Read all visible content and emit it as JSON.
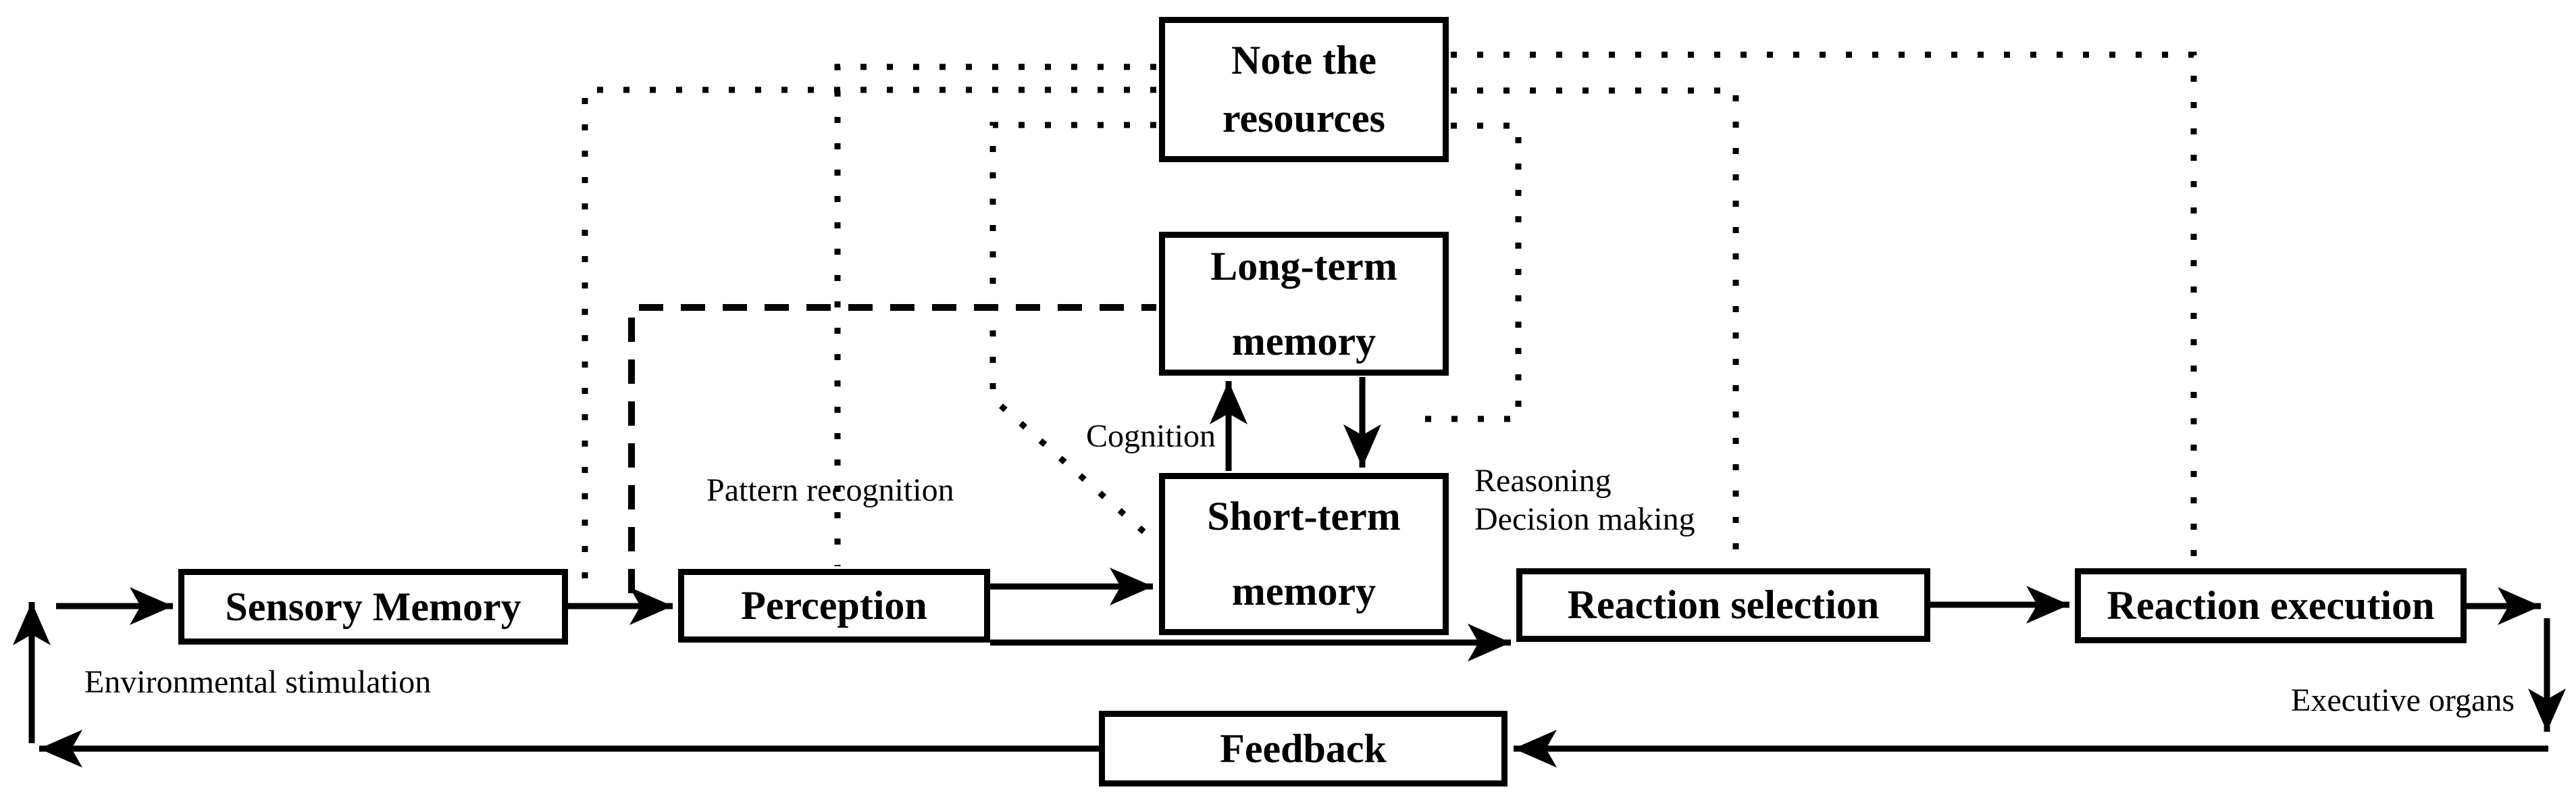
{
  "diagram": {
    "boxes": {
      "note_resources": {
        "label": "Note the\nresources"
      },
      "long_term_memory": {
        "label": "Long-term\nmemory"
      },
      "short_term_memory": {
        "label": "Short-term\nmemory"
      },
      "sensory_memory": {
        "label": "Sensory Memory"
      },
      "perception": {
        "label": "Perception"
      },
      "reaction_selection": {
        "label": "Reaction selection"
      },
      "reaction_execution": {
        "label": "Reaction execution"
      },
      "feedback": {
        "label": "Feedback"
      }
    },
    "annotations": {
      "cognition": "Cognition",
      "pattern_recognition": "Pattern recognition",
      "reasoning_decision": "Reasoning\nDecision making",
      "environmental_stimulation": "Environmental stimulation",
      "executive_organs": "Executive organs"
    },
    "colors": {
      "ink": "#000000",
      "background": "#ffffff"
    },
    "line_styles": {
      "solid": "process flow arrows",
      "dotted": "attention resource allocation lines",
      "dashed": "pattern recognition link (long-term memory to perception)"
    }
  }
}
